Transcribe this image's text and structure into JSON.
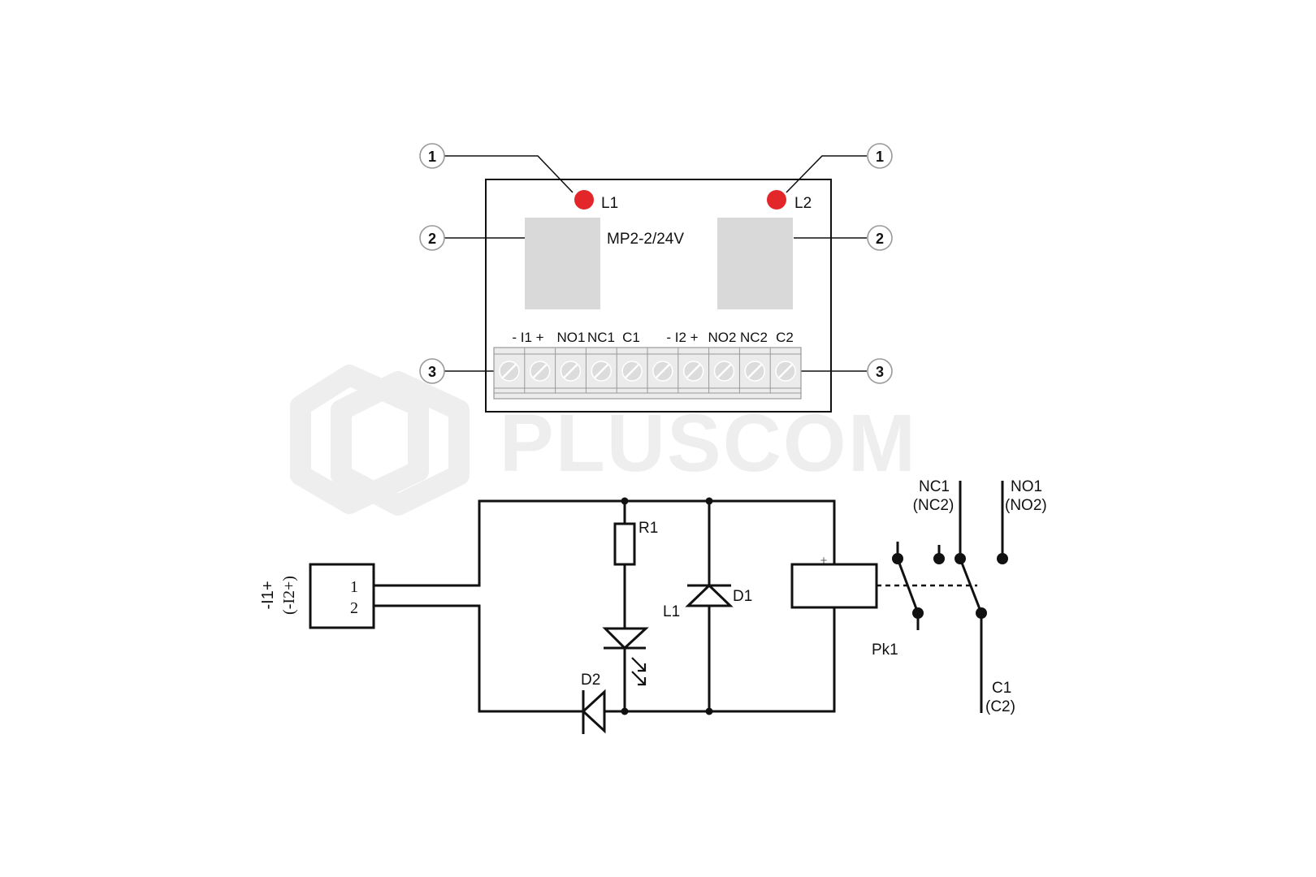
{
  "watermark": {
    "text": "PLUSCOM"
  },
  "board": {
    "model_label": "MP2-2/24V",
    "leds": [
      {
        "label": "L1",
        "color": "#e3262a"
      },
      {
        "label": "L2",
        "color": "#e3262a"
      }
    ],
    "callouts": {
      "left": [
        "1",
        "2",
        "3"
      ],
      "right": [
        "1",
        "2",
        "3"
      ]
    },
    "terminal_labels": {
      "group1": "- I1 +",
      "no1": "NO1",
      "nc1": "NC1",
      "c1": "C1",
      "group2": "- I2 +",
      "no2": "NO2",
      "nc2": "NC2",
      "c2": "C2"
    },
    "terminal_count": 10
  },
  "schematic": {
    "input_label": "-I1+",
    "input_label_alt": "(-I2+)",
    "pin1": "1",
    "pin2": "2",
    "r1": "R1",
    "d1": "D1",
    "l1": "L1",
    "d2": "D2",
    "coil_plus": "+",
    "relay": "Pk1",
    "nc_label": "NC1",
    "nc_label_alt": "(NC2)",
    "no_label": "NO1",
    "no_label_alt": "(NO2)",
    "c_label": "C1",
    "c_label_alt": "(C2)"
  },
  "colors": {
    "ink": "#111111",
    "relay_body": "#d9d9d9",
    "terminal_fill": "#e4e4e4",
    "watermark": "#eeeeee"
  }
}
